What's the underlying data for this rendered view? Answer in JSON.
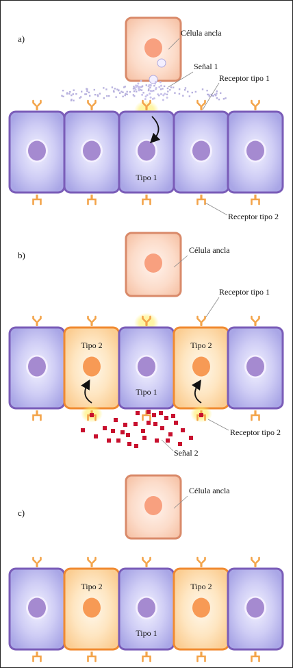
{
  "panels": [
    {
      "letter": "a)",
      "anchor_label": "Célula ancla",
      "signal_label": "Señal 1",
      "receptor1_label": "Receptor tipo 1",
      "receptor2_label": "Receptor tipo 2",
      "cell_labels": [
        "",
        "",
        "Tipo 1",
        "",
        ""
      ]
    },
    {
      "letter": "b)",
      "anchor_label": "Célula ancla",
      "receptor1_label": "Receptor tipo 1",
      "receptor2_label": "Receptor tipo 2",
      "signal_label": "Señal 2",
      "cell_labels": [
        "",
        "Tipo 2",
        "Tipo 1",
        "Tipo 2",
        ""
      ]
    },
    {
      "letter": "c)",
      "anchor_label": "Célula ancla",
      "cell_labels": [
        "",
        "Tipo 2",
        "Tipo 1",
        "Tipo 2",
        ""
      ]
    }
  ],
  "colors": {
    "blue_cell_fill": "#b8b6ea",
    "blue_cell_border": "#7a5cb8",
    "blue_nucleus": "#a58ad0",
    "orange_cell_fill": "#fde2b8",
    "orange_cell_border": "#f08a30",
    "orange_nucleus": "#f79a55",
    "anchor_fill": "#fcd9c6",
    "anchor_border": "#d98a6a",
    "anchor_nucleus": "#f8a07f",
    "receptor": "#f3a44a",
    "signal1_dots": "#b7b1de",
    "signal2_squares": "#c8102e",
    "highlight_glow": "#fff066"
  }
}
